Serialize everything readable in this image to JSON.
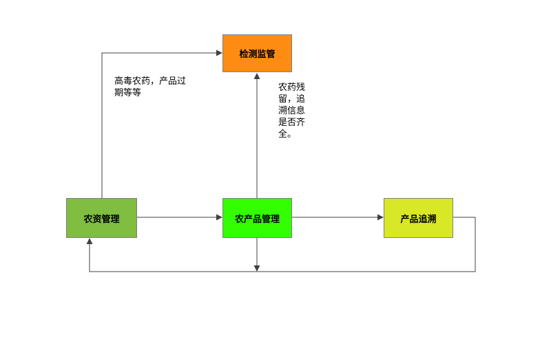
{
  "diagram": {
    "nodes": [
      {
        "id": "detection-supervision",
        "label": "检测监管",
        "fill": "#FF8C12"
      },
      {
        "id": "agri-materials-management",
        "label": "农资管理",
        "fill": "#7FBE41"
      },
      {
        "id": "agri-products-management",
        "label": "农产品管理",
        "fill": "#33FF00"
      },
      {
        "id": "product-traceability",
        "label": "产品追溯",
        "fill": "#D8E826"
      }
    ],
    "edge_labels": [
      {
        "id": "toxic-pesticide-note",
        "text": "高毒农药，产品过\n期等等"
      },
      {
        "id": "residue-trace-note",
        "text": "农药残\n留，追\n溯信息\n是否齐\n全。"
      }
    ],
    "colors": {
      "node_border": "#7f7f7f",
      "line": "#404040",
      "text": "#000000",
      "background": "#ffffff"
    }
  }
}
